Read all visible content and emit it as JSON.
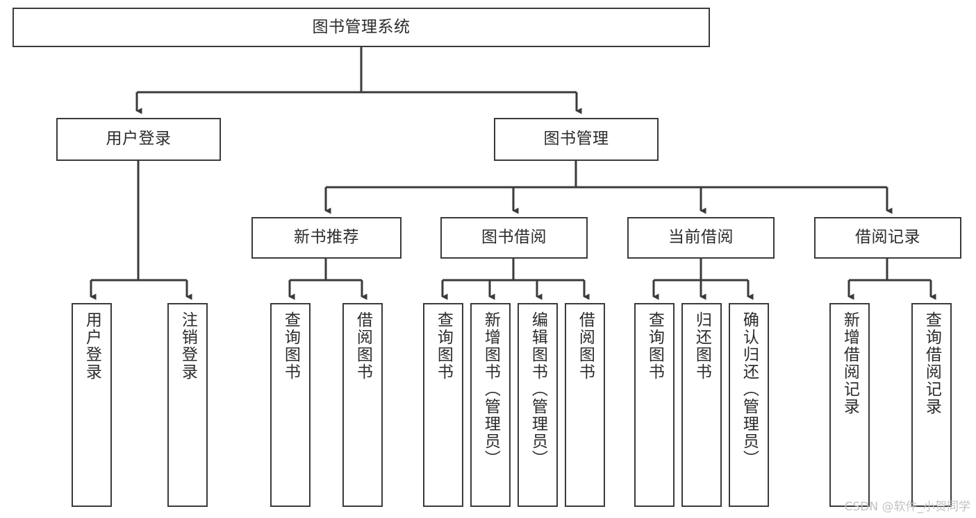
{
  "diagram": {
    "title": "图书管理系统",
    "type": "tree",
    "root": {
      "id": "root",
      "label": "图书管理系统"
    },
    "level2": [
      {
        "id": "user-login",
        "label": "用户登录"
      },
      {
        "id": "book-manage",
        "label": "图书管理"
      }
    ],
    "level3": [
      {
        "id": "new-book-recommend",
        "label": "新书推荐",
        "parent": "book-manage"
      },
      {
        "id": "book-borrow",
        "label": "图书借阅",
        "parent": "book-manage"
      },
      {
        "id": "current-borrow",
        "label": "当前借阅",
        "parent": "book-manage"
      },
      {
        "id": "borrow-record",
        "label": "借阅记录",
        "parent": "book-manage"
      }
    ],
    "leaves": {
      "user-login": [
        {
          "id": "leaf-user-login",
          "label": "用户登录"
        },
        {
          "id": "leaf-user-logout",
          "label": "注销登录"
        }
      ],
      "new-book-recommend": [
        {
          "id": "leaf-query-book-1",
          "label": "查询图书"
        },
        {
          "id": "leaf-borrow-book-1",
          "label": "借阅图书"
        }
      ],
      "book-borrow": [
        {
          "id": "leaf-query-book-2",
          "label": "查询图书"
        },
        {
          "id": "leaf-add-book",
          "label": "新增图书（管理员）"
        },
        {
          "id": "leaf-edit-book",
          "label": "编辑图书（管理员）"
        },
        {
          "id": "leaf-borrow-book-2",
          "label": "借阅图书"
        }
      ],
      "current-borrow": [
        {
          "id": "leaf-query-book-3",
          "label": "查询图书"
        },
        {
          "id": "leaf-return-book",
          "label": "归还图书"
        },
        {
          "id": "leaf-confirm-return",
          "label": "确认归还（管理员）"
        }
      ],
      "borrow-record": [
        {
          "id": "leaf-add-record",
          "label": "新增借阅记录"
        },
        {
          "id": "leaf-query-record",
          "label": "查询借阅记录"
        }
      ]
    }
  },
  "watermark": {
    "text": "CSDN @软件_小贺同学"
  },
  "colors": {
    "border": "#3a3a3a",
    "text": "#2b2b2b",
    "background": "#ffffff",
    "watermark": "#c2c2c2"
  }
}
